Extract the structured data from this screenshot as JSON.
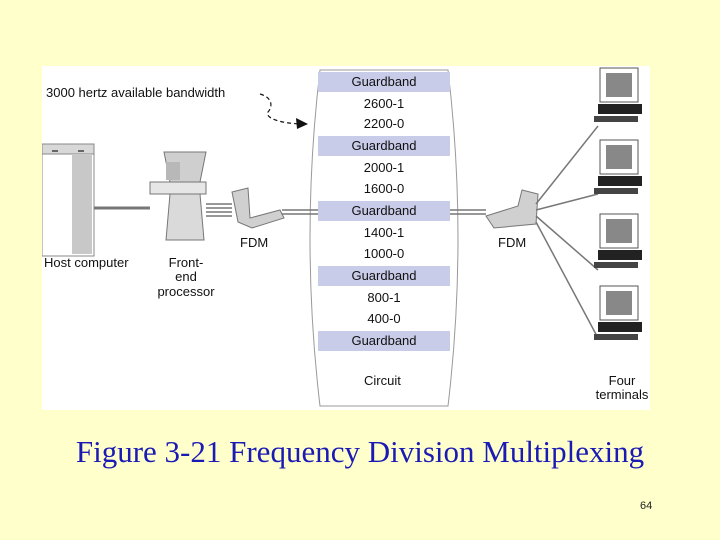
{
  "figure": {
    "bandwidth_label": "3000 hertz available bandwidth",
    "host_label": "Host computer",
    "fep_label": [
      "Front-",
      "end",
      "processor"
    ],
    "fdm_left_label": "FDM",
    "fdm_right_label": "FDM",
    "circuit_label": "Circuit",
    "terminals_label": [
      "Four",
      "terminals"
    ],
    "bands": [
      {
        "text": "Guardband",
        "kind": "guard"
      },
      {
        "text": "2600-1",
        "kind": "data"
      },
      {
        "text": "2200-0",
        "kind": "data"
      },
      {
        "text": "Guardband",
        "kind": "guard"
      },
      {
        "text": "2000-1",
        "kind": "data"
      },
      {
        "text": "1600-0",
        "kind": "data"
      },
      {
        "text": "Guardband",
        "kind": "guard"
      },
      {
        "text": "1400-1",
        "kind": "data"
      },
      {
        "text": "1000-0",
        "kind": "data"
      },
      {
        "text": "Guardband",
        "kind": "guard"
      },
      {
        "text": "800-1",
        "kind": "data"
      },
      {
        "text": "400-0",
        "kind": "data"
      },
      {
        "text": "Guardband",
        "kind": "guard"
      }
    ]
  },
  "caption": "Figure 3-21 Frequency Division Multiplexing",
  "page_number": "64",
  "colors": {
    "background": "#FFFFCC",
    "caption": "#1A1AB4",
    "guardband": "#C8CCE8"
  }
}
